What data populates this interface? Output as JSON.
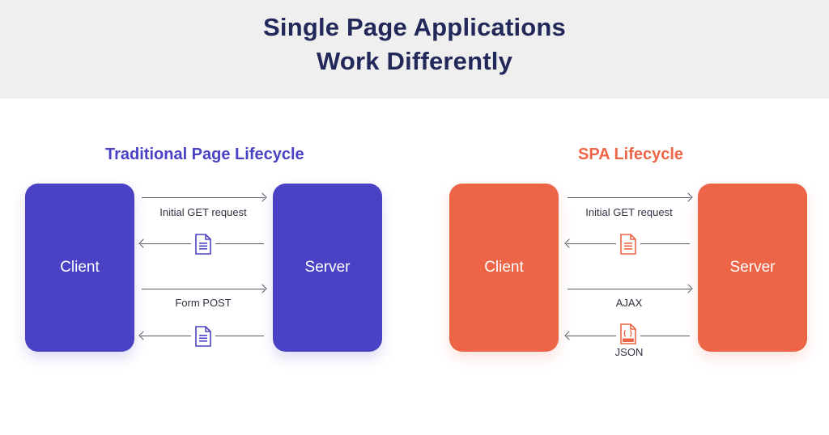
{
  "header": {
    "title_line1": "Single Page Applications",
    "title_line2": "Work Differently"
  },
  "traditional": {
    "title": "Traditional Page Lifecycle",
    "client": "Client",
    "server": "Server",
    "request1": "Initial GET request",
    "request2": "Form POST",
    "color": "#4a42c4"
  },
  "spa": {
    "title": "SPA Lifecycle",
    "client": "Client",
    "server": "Server",
    "request1": "Initial GET request",
    "request2": "AJAX",
    "response2": "JSON",
    "color": "#ec6547"
  },
  "icons": {
    "page": "document-icon",
    "json": "json-file-icon"
  }
}
